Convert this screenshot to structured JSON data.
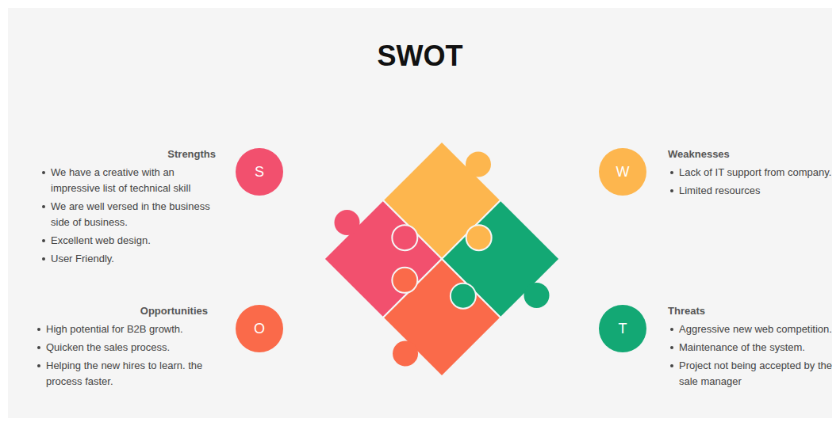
{
  "diagram": {
    "title": "SWOT",
    "nodes": [
      {
        "text": [
          "S"
        ]
      },
      {
        "text": [
          "W"
        ]
      },
      {
        "text": [
          "O"
        ]
      },
      {
        "text": [
          "T"
        ]
      }
    ],
    "labels": [
      "Strengths",
      "We have a creative with an impressive list of technical skill",
      "We are well versed in the business side of business.",
      "Excellent web design.",
      "User Friendly.",
      "Weaknesses",
      "Lack of IT support from company.",
      "Limited resources",
      "Opportunities",
      "High potential for B2B growth.",
      "Quicken the sales process.",
      "Helping the new hires to learn. the process faster.",
      "Threats",
      "Aggressive new web competition.",
      "Maintenance of the system.",
      "Project not being accepted by the sale manager"
    ]
  }
}
